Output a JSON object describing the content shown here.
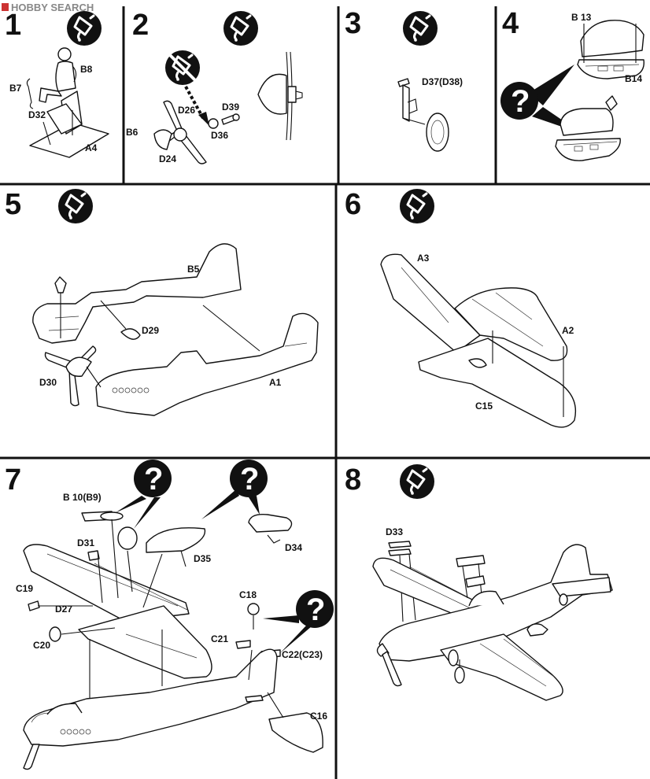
{
  "watermark": "HOBBY SEARCH",
  "steps": [
    {
      "number": "1",
      "icon": "glue-tube-icon",
      "labels": {
        "a": "B8",
        "b": "B7",
        "c": "D32",
        "d": "A4"
      }
    },
    {
      "number": "2",
      "icon": "glue-tube-icon",
      "note_icon": "no-glue-icon",
      "labels": {
        "a": "D26",
        "b": "D39",
        "c": "B6",
        "d": "D36",
        "e": "D24"
      }
    },
    {
      "number": "3",
      "icon": "glue-tube-icon",
      "labels": {
        "a": "D37(D38)"
      }
    },
    {
      "number": "4",
      "icon": "question-mark-icon",
      "labels": {
        "a": "B 13",
        "b": "B14"
      }
    },
    {
      "number": "5",
      "icon": "glue-tube-icon",
      "labels": {
        "a": "B5",
        "b": "D29",
        "c": "D30",
        "d": "A1"
      }
    },
    {
      "number": "6",
      "icon": "glue-tube-icon",
      "labels": {
        "a": "A3",
        "b": "A2",
        "c": "C15"
      }
    },
    {
      "number": "7",
      "icon": "question-mark-icon",
      "labels": {
        "a": "B 10(B9)",
        "b": "D31",
        "c": "D35",
        "d": "D34",
        "e": "C19",
        "f": "D27",
        "g": "C20",
        "h": "C18",
        "i": "C21",
        "j": "C22(C23)",
        "k": "C16"
      }
    },
    {
      "number": "8",
      "icon": "glue-tube-icon",
      "labels": {
        "a": "D33"
      }
    }
  ],
  "question_mark": "?"
}
